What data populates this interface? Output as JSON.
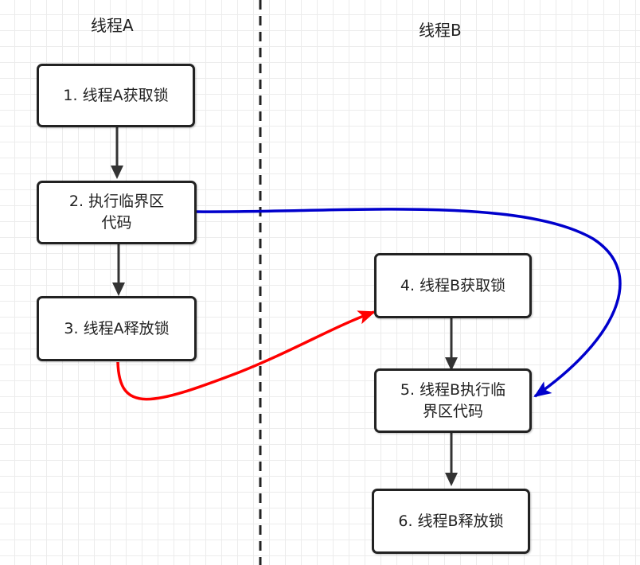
{
  "lanes": {
    "a_title": "线程A",
    "b_title": "线程B"
  },
  "nodes": {
    "n1": "1. 线程A获取锁",
    "n2": "2. 执行临界区\n代码",
    "n3": "3. 线程A释放锁",
    "n4": "4. 线程B获取锁",
    "n5": "5. 线程B执行临\n界区代码",
    "n6": "6. 线程B释放锁"
  },
  "colors": {
    "release_to_acquire_arrow": "#ff0000",
    "critical_to_critical_arrow": "#0000cc",
    "flow_arrow": "#333333",
    "divider": "#222222"
  }
}
